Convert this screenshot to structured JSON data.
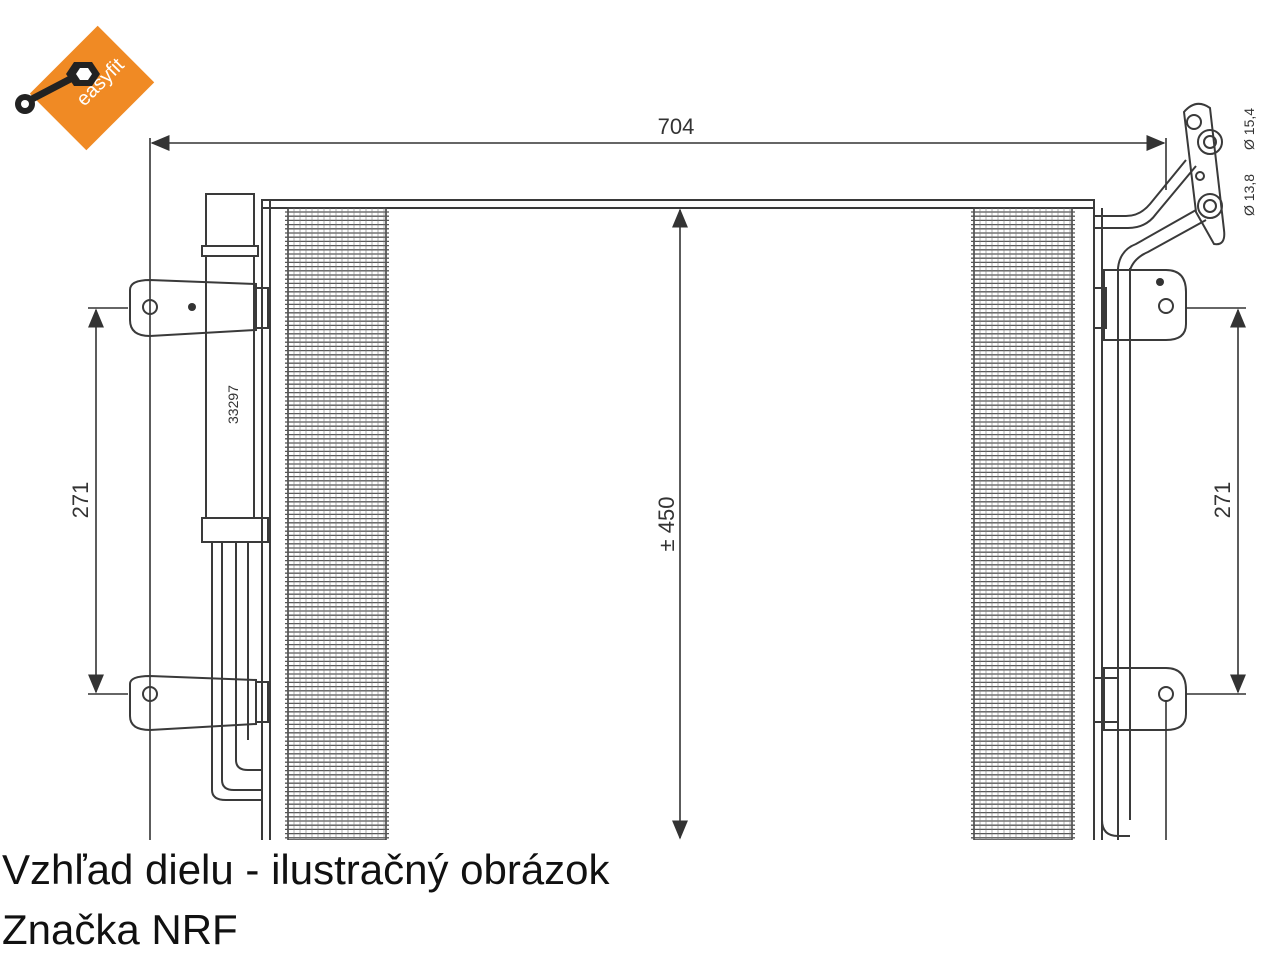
{
  "logo": {
    "text": "easyfit",
    "color": "#f08a24"
  },
  "dimensions": {
    "width": "704",
    "height": "± 450",
    "left_mount_spacing": "271",
    "right_mount_spacing": "271",
    "pipe_diameter_1": "Ø 13,8",
    "pipe_diameter_2": "Ø 15,4",
    "part_number": "33297"
  },
  "captions": {
    "line1": "Vzhľad dielu - ilustračný obrázok",
    "line2": "Značka NRF"
  }
}
